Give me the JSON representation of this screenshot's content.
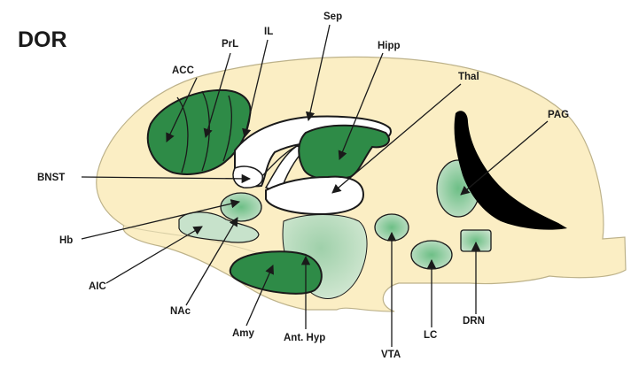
{
  "figure": {
    "title": "DOR",
    "colors": {
      "brain_fill": "#fbeec4",
      "strong_region": "#2e8b47",
      "weak_region": "#bfdcc4",
      "ventricle": "#000000",
      "outline": "#1a1a1a"
    },
    "labels": {
      "acc": "ACC",
      "prl": "PrL",
      "il": "IL",
      "sep": "Sep",
      "hipp": "Hipp",
      "thal": "Thal",
      "pag": "PAG",
      "bnst": "BNST",
      "hb": "Hb",
      "aic": "AIC",
      "nac": "NAc",
      "amy": "Amy",
      "ant_hyp": "Ant. Hyp",
      "vta": "VTA",
      "lc": "LC",
      "drn": "DRN"
    }
  }
}
